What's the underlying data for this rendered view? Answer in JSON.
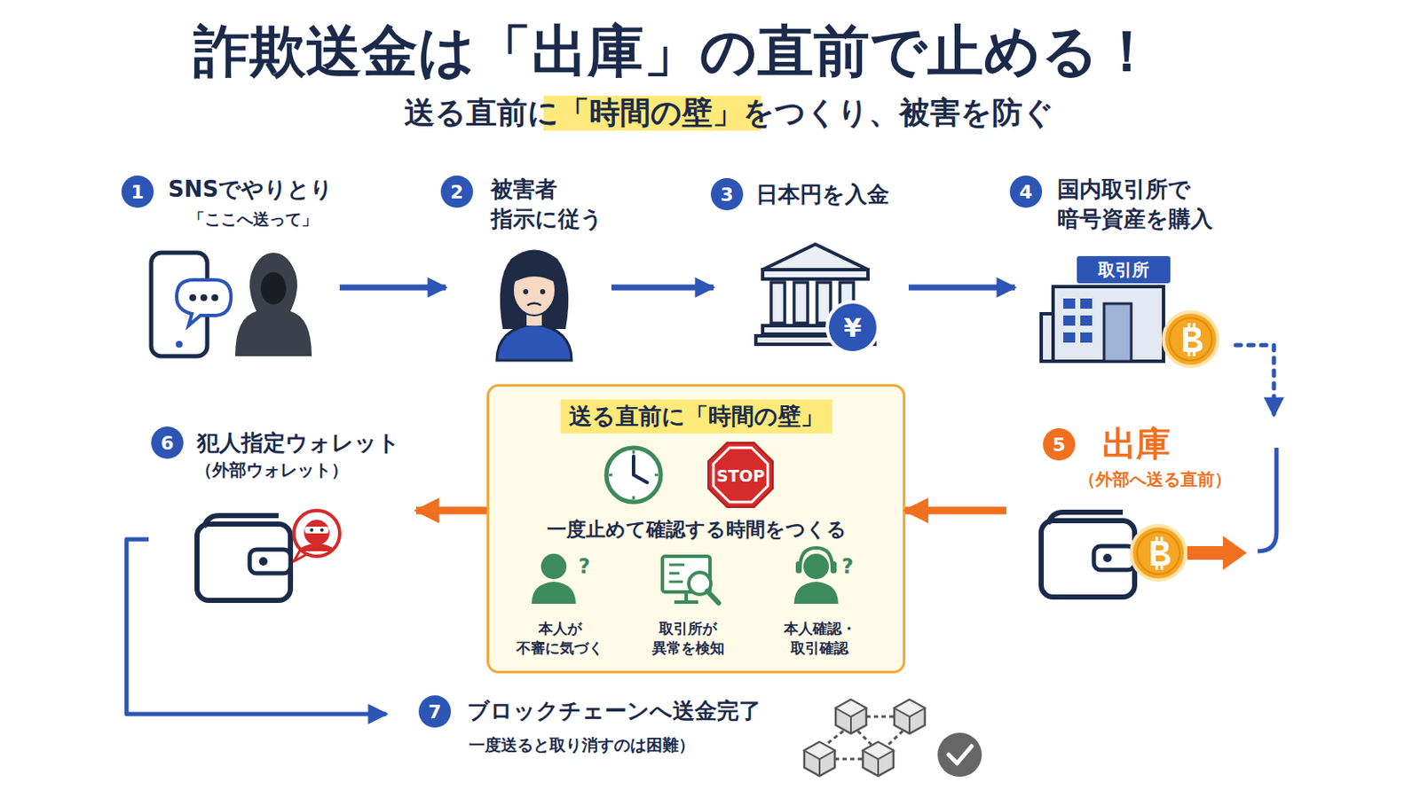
{
  "diagram": {
    "title": "詐欺送金は「出庫」の直前で止める！",
    "nodes": [
      {
        "text": [
          "SNSでやりとり",
          "「ここへ送って」"
        ]
      },
      {
        "text": [
          "被害者 指示に従う"
        ]
      },
      {
        "text": [
          "日本円を入金"
        ]
      },
      {
        "text": [
          "国内取引所で 暗号資産を購入"
        ]
      },
      {
        "text": [
          "出庫",
          "（外部へ送る直前）"
        ]
      },
      {
        "text": [
          "送る直前に「時間の壁」",
          "一度止めて確認する時間をつくる"
        ]
      },
      {
        "text": [
          "本人が 不審に気づく"
        ],
        "in": 5
      },
      {
        "text": [
          "取引所が 異常を検知"
        ],
        "in": 5
      },
      {
        "text": [
          "本人確認・ 取引確認"
        ],
        "in": 5
      },
      {
        "text": [
          "犯人指定ウォレット",
          "（外部ウォレット）"
        ]
      },
      {
        "text": [
          "ブロックチェーンへ送金完了",
          "一度送ると取り消すのは困難）"
        ]
      }
    ],
    "edges": [
      {
        "from": 0,
        "to": 1,
        "arrow": "to"
      },
      {
        "from": 1,
        "to": 2,
        "arrow": "to"
      },
      {
        "from": 2,
        "to": 3,
        "arrow": "to"
      },
      {
        "from": 3,
        "to": 4,
        "arrow": "to"
      },
      {
        "from": 4,
        "to": 5,
        "arrow": "to"
      },
      {
        "from": 5,
        "to": 9,
        "arrow": "to"
      },
      {
        "from": 9,
        "to": 10,
        "arrow": "to"
      }
    ],
    "labels": [
      "送る直前に「時間の壁」をつくり、被害を防ぐ",
      "1",
      "2",
      "3",
      "¥",
      "4",
      "取引所",
      "5",
      "STOP",
      "?",
      "?",
      "6",
      "7"
    ]
  }
}
